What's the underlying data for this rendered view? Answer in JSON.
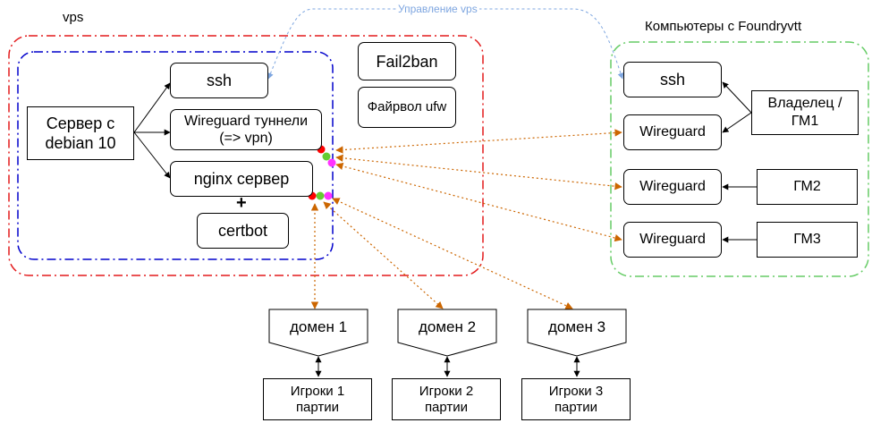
{
  "groups": {
    "vps": "vps",
    "computers": "Компьютеры с Foundryvtt",
    "management": "Управление vps"
  },
  "vps": {
    "server": "Сервер с debian 10",
    "ssh": "ssh",
    "wireguard": "Wireguard туннели (=> vpn)",
    "nginx": "nginx сервер",
    "plus": "+",
    "certbot": "certbot",
    "fail2ban": "Fail2ban",
    "firewall": "Файрвол ufw"
  },
  "computers": {
    "ssh": "ssh",
    "wg1": "Wireguard",
    "wg2": "Wireguard",
    "wg3": "Wireguard",
    "owner": "Владелец / ГМ1",
    "gm2": "ГМ2",
    "gm3": "ГМ3"
  },
  "domains": [
    "домен 1",
    "домен 2",
    "домен 3"
  ],
  "players": [
    "Игроки 1 партии",
    "Игроки 2 партии",
    "Игроки 3 партии"
  ],
  "colors": {
    "vps_border": "#e31a1c",
    "inner_border": "#0000cc",
    "computers_border": "#66cc66",
    "dotted_arrow": "#cc6600",
    "management_arrow": "#7ea6e0",
    "dot_red": "#ff0000",
    "dot_green": "#66cc33",
    "dot_magenta": "#ff33ff"
  }
}
